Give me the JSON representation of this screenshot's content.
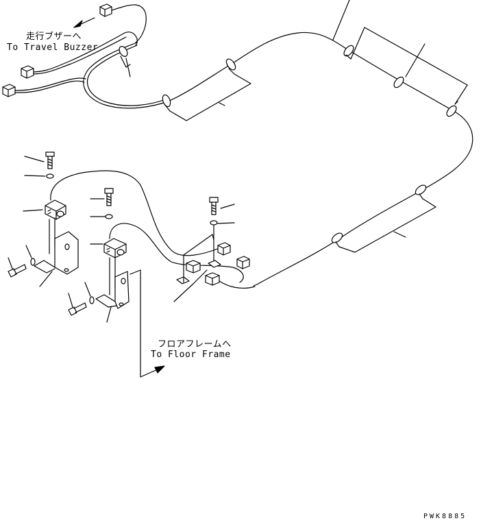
{
  "labels": {
    "travel_buzzer_jp": "走行ブザーへ",
    "travel_buzzer_en": "To Travel Buzzer",
    "floor_frame_jp": "フロアフレームへ",
    "floor_frame_en": "To Floor Frame"
  },
  "drawing_number": "PWK8885"
}
